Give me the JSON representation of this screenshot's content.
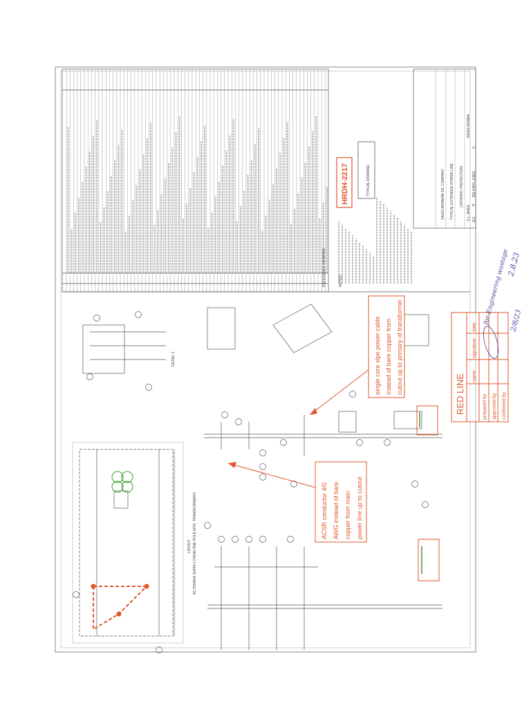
{
  "drawing": {
    "drawing_number_badge": "HRDH-2217",
    "stamp": "TYPICAL DRAWING",
    "notes_heading": "NOTES:",
    "reference_heading": "REFERENCE DRAWING",
    "company": "SAUDI ARABIAN OIL COMPANY",
    "title_line1": "TYPICAL EXTENDED POWER LINE",
    "title_line2": "CATHODIC PROTECTION",
    "area": "S.L. AREA",
    "country": "SAUDI ARABIA",
    "plant_no": "113",
    "drawing_type": "P",
    "drawing_no": "ND-OHPL-19821",
    "sheet_rev": "V",
    "layout_label": "LAYOUT",
    "layout_caption": "AC POWER SUPPLY FROM ONE POLE MTD. TRANSFORMERS",
    "detail_label": "DETAIL-1"
  },
  "annotations": {
    "note1_lines": [
      "single core xlpe power cable",
      "instead of bare copper from",
      "cutout up to primary of transformer"
    ],
    "note2_lines": [
      "ACSR conductor 4/0",
      "AWG instead of bare",
      "copper from main",
      "power line up to cutout"
    ],
    "color": "#e2542a",
    "green_markup_color": "#3a9a2a"
  },
  "redline_table": {
    "title": "RED LINE",
    "columns": [
      "name",
      "signature",
      "date"
    ],
    "rows": [
      "prepared by",
      "approved by",
      "confirmed by"
    ]
  },
  "handwriting": {
    "note": "for Engineering wastage",
    "date1": "2.8.23",
    "date2": "2/8/23",
    "color": "#3a3f9c"
  }
}
